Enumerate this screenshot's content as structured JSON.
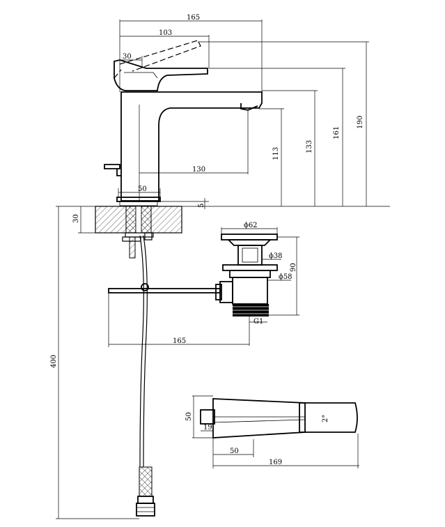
{
  "dimensions": {
    "faucet_width": "165",
    "handle_reach": "103",
    "handle_angle": "30",
    "height_total": "190",
    "height_handle_top": "161",
    "height_spout_top": "133",
    "height_spout_outlet": "113",
    "spout_reach": "130",
    "base_diameter": "50",
    "base_plate": "5",
    "counter_thickness": "30",
    "hose_length": "400",
    "drain_cap_diameter": "ϕ62",
    "drain_inner_diameter": "ϕ38",
    "drain_body_diameter": "ϕ58",
    "drain_height": "90",
    "drain_thread": "G1",
    "rod_length": "165",
    "top_height": "50",
    "top_offset": "19",
    "top_base": "50",
    "top_length": "169",
    "top_angle": "2°"
  },
  "colors": {
    "line": "#000000",
    "background": "#ffffff"
  }
}
